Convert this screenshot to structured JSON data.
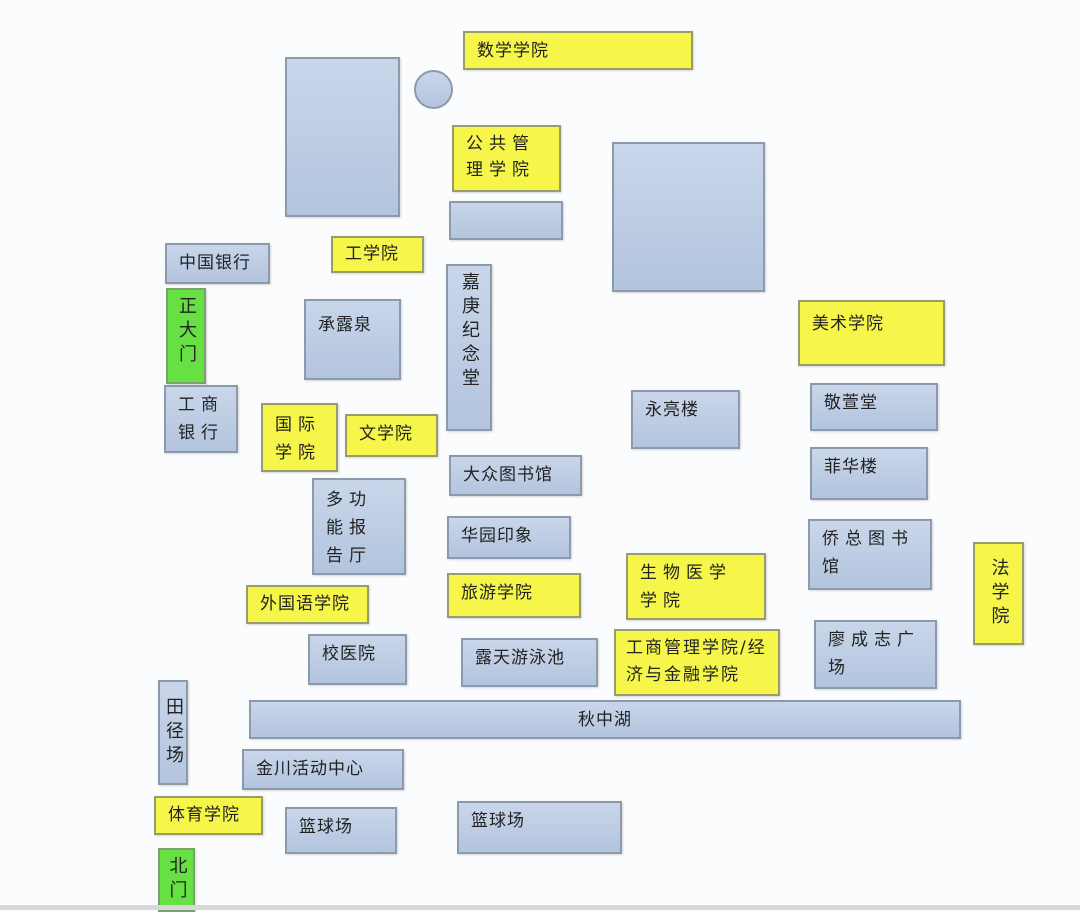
{
  "map": {
    "math": "数学学院",
    "public_admin": "公共管理学院",
    "bank_of_china": "中国银行",
    "engineering": "工学院",
    "main_gate": "正大门",
    "chenglu_spring": "承露泉",
    "jiageng_hall": "嘉庚纪念堂",
    "fine_arts": "美术学院",
    "icbc": "工商银行",
    "international": "国际学院",
    "liberal_arts": "文学院",
    "yongliang_building": "永亮楼",
    "jingxuan_hall": "敬萱堂",
    "feihua_building": "菲华楼",
    "public_library": "大众图书馆",
    "multi_hall": "多功能报告厅",
    "huayuan_impression": "华园印象",
    "qiaozong_library": "侨总图书馆",
    "law": "法学院",
    "biomed": "生物医学学院",
    "tourism": "旅游学院",
    "foreign_lang": "外国语学院",
    "clinic": "校医院",
    "pool": "露天游泳池",
    "business": "工商管理学院/经济与金融学院",
    "liao_square": "廖成志广场",
    "track_field": "田径场",
    "qiuzhong_lake": "秋中湖",
    "jinchuan_center": "金川活动中心",
    "sports": "体育学院",
    "court_1": "篮球场",
    "court_2": "篮球场",
    "north_gate": "北门"
  },
  "colors": {
    "building": "#b9c9e2",
    "college": "#f6f64a",
    "gate": "#66e043"
  }
}
